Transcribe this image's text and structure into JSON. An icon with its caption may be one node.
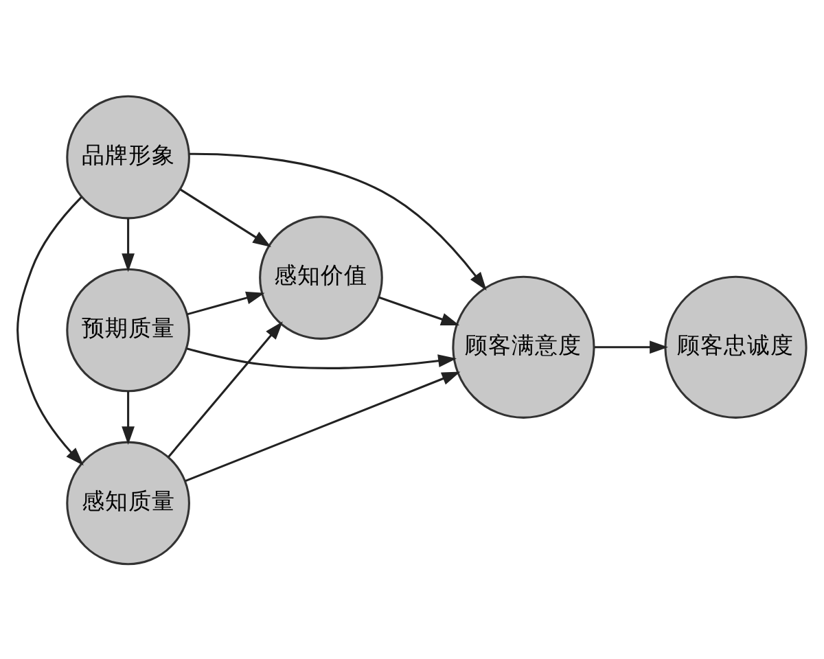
{
  "diagram": {
    "nodes": [
      {
        "text": [
          "感知质量"
        ]
      },
      {
        "text": [
          "预期质量"
        ]
      },
      {
        "text": [
          "感知价值"
        ]
      },
      {
        "text": [
          "顾客满意度"
        ]
      },
      {
        "text": [
          "顾客忠诚度"
        ]
      },
      {
        "text": [
          "品牌形象"
        ]
      }
    ],
    "edges": [
      {
        "from": 0,
        "to": 3,
        "arrow": "to"
      },
      {
        "from": 0,
        "to": 2,
        "arrow": "to"
      },
      {
        "from": 1,
        "to": 0,
        "arrow": "to"
      },
      {
        "from": 1,
        "to": 2,
        "arrow": "to"
      },
      {
        "from": 1,
        "to": 3,
        "arrow": "to"
      },
      {
        "from": 2,
        "to": 3,
        "arrow": "to"
      },
      {
        "from": 3,
        "to": 4,
        "arrow": "to"
      },
      {
        "from": 5,
        "to": 1,
        "arrow": "to"
      },
      {
        "from": 5,
        "to": 2,
        "arrow": "to"
      },
      {
        "from": 5,
        "to": 3,
        "arrow": "to"
      },
      {
        "from": 5,
        "to": 0,
        "arrow": "to"
      }
    ]
  }
}
